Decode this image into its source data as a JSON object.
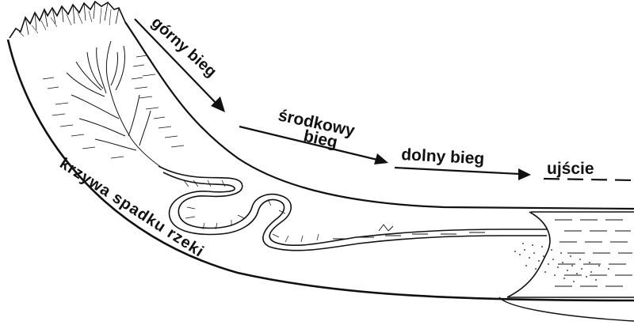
{
  "labels": {
    "upper_course": "górny bieg",
    "middle_course_line1": "środkowy",
    "middle_course_line2": "bieg",
    "lower_course": "dolny bieg",
    "mouth": "ujście",
    "profile_curve": "krzywa spadku rzeki"
  },
  "colors": {
    "ink": "#111111",
    "background": "#ffffff"
  }
}
